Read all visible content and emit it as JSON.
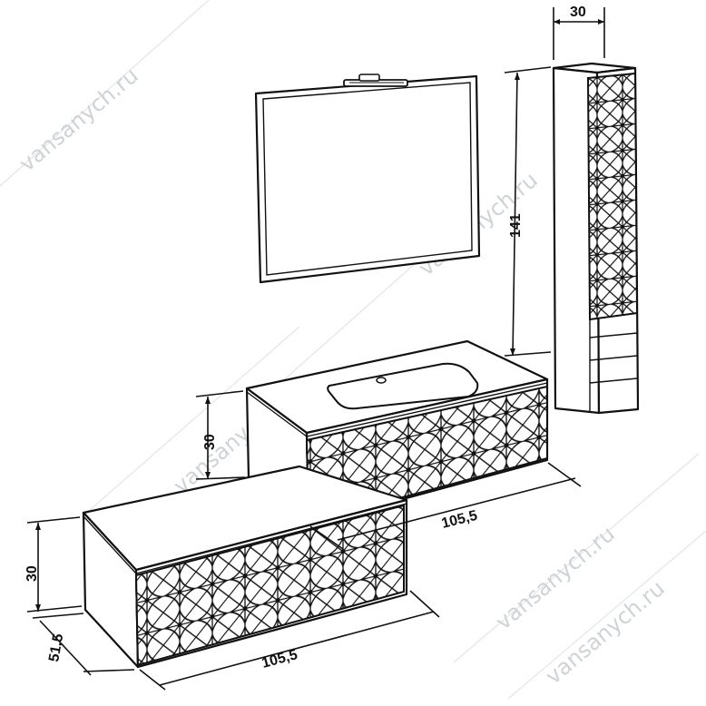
{
  "watermark": {
    "text": "vansanych.ru",
    "color": "#cfd3d6"
  },
  "dimensions": {
    "column_width": "30",
    "column_height": "141",
    "upper_cabinet_height": "30",
    "upper_cabinet_width": "105,5",
    "lower_cabinet_height": "30",
    "lower_cabinet_depth": "51,5",
    "lower_cabinet_width": "105,5"
  },
  "colors": {
    "line": "#111111",
    "background": "#ffffff"
  }
}
